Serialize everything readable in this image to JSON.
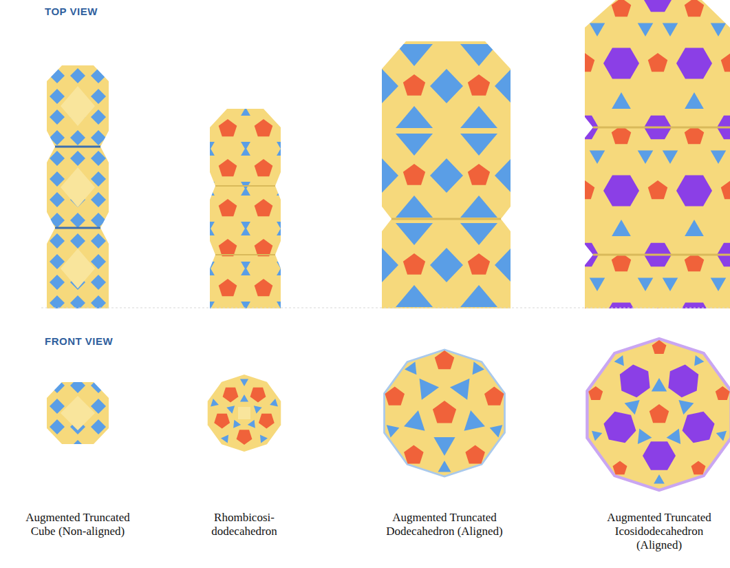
{
  "diagram": {
    "labels": [
      "TOP VIEW",
      "FRONT VIEW",
      "Augmented Truncated Cube (Non-aligned)",
      "Rhombicosi-dodecahedron",
      "Augmented Truncated Dodecahedron (Aligned)",
      "Augmented Truncated Icosidodecahedron (Aligned)"
    ]
  }
}
